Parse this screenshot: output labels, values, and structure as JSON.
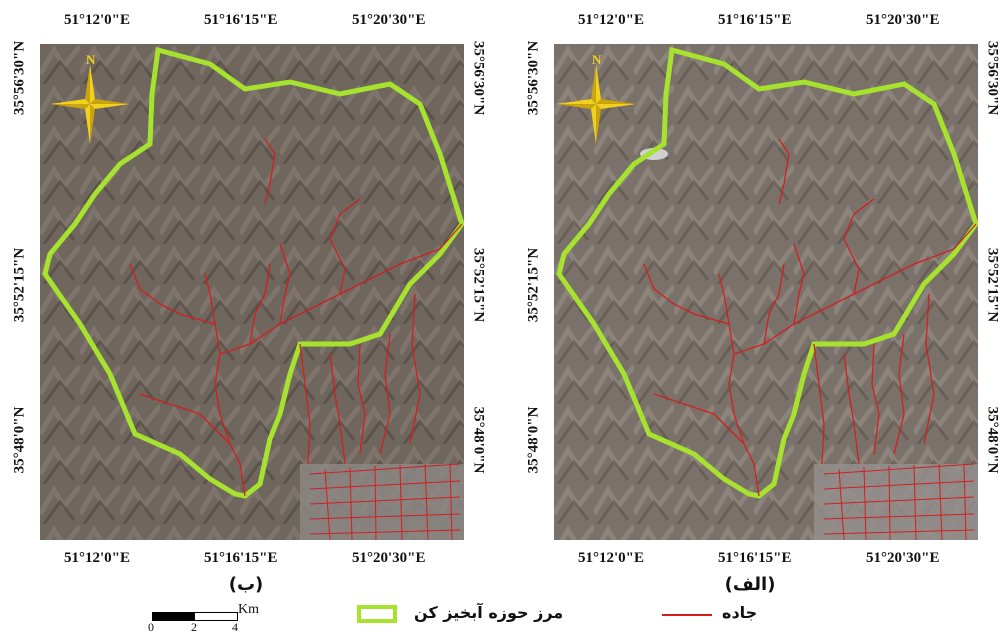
{
  "panels": [
    {
      "caption": "(ب)",
      "top_labels": [
        "51°12'0\"E",
        "51°16'15\"E",
        "51°20'30\"E"
      ],
      "bottom_labels": [
        "51°12'0\"E",
        "51°16'15\"E",
        "51°20'30\"E"
      ],
      "left_labels": [
        "35°56'30\"N",
        "35°52'15\"N",
        "35°48'0\"N"
      ],
      "right_labels": [
        "35°56'30\"N",
        "35°52'15\"N",
        "35°48'0\"N"
      ],
      "north_label": "N"
    },
    {
      "caption": "(الف)",
      "top_labels": [
        "51°12'0\"E",
        "51°16'15\"E",
        "51°20'30\"E"
      ],
      "bottom_labels": [
        "51°12'0\"E",
        "51°16'15\"E",
        "51°20'30\"E"
      ],
      "left_labels": [
        "35°56'30\"N",
        "35°52'15\"N",
        "35°48'0\"N"
      ],
      "right_labels": [
        "35°56'30\"N",
        "35°52'15\"N",
        "35°48'0\"N"
      ],
      "north_label": "N"
    }
  ],
  "legend": {
    "scale_unit": "Km",
    "scale_ticks": [
      "0",
      "2",
      "4"
    ],
    "boundary_label": "مرز حوزه آبخیز کن",
    "road_label": "جاده",
    "boundary_color": "#a6e22e",
    "road_color": "#d21f1f"
  }
}
